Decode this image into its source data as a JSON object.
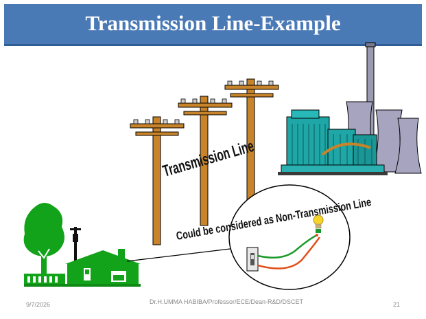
{
  "slide": {
    "title": "Transmission Line-Example",
    "labels": {
      "transmission_line": "Transmission Line",
      "non_transmission": "Could be considered as Non-Transmission Line"
    },
    "footer": {
      "date": "9/7/2026",
      "author": "Dr.H.UMMA HABIBA/Professor/ECE/Dean-R&D/DSCET",
      "page": "21"
    }
  },
  "colors": {
    "title_bar": "#4a7ab6",
    "pole": "#c8842a",
    "plant": "#1fa6a6",
    "house": "#13a31a",
    "wire_green": "#1a9a2a",
    "wire_orange": "#e0501a"
  }
}
